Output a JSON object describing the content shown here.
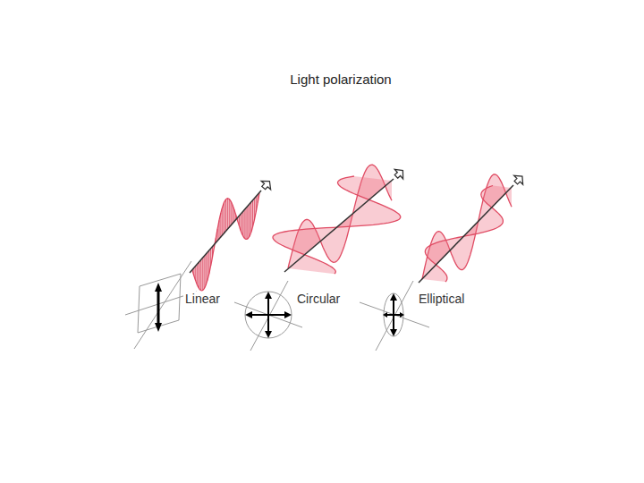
{
  "diagram": {
    "title": "Light polarization",
    "labels": [
      "Linear",
      "Circular",
      "Elliptical"
    ]
  }
}
